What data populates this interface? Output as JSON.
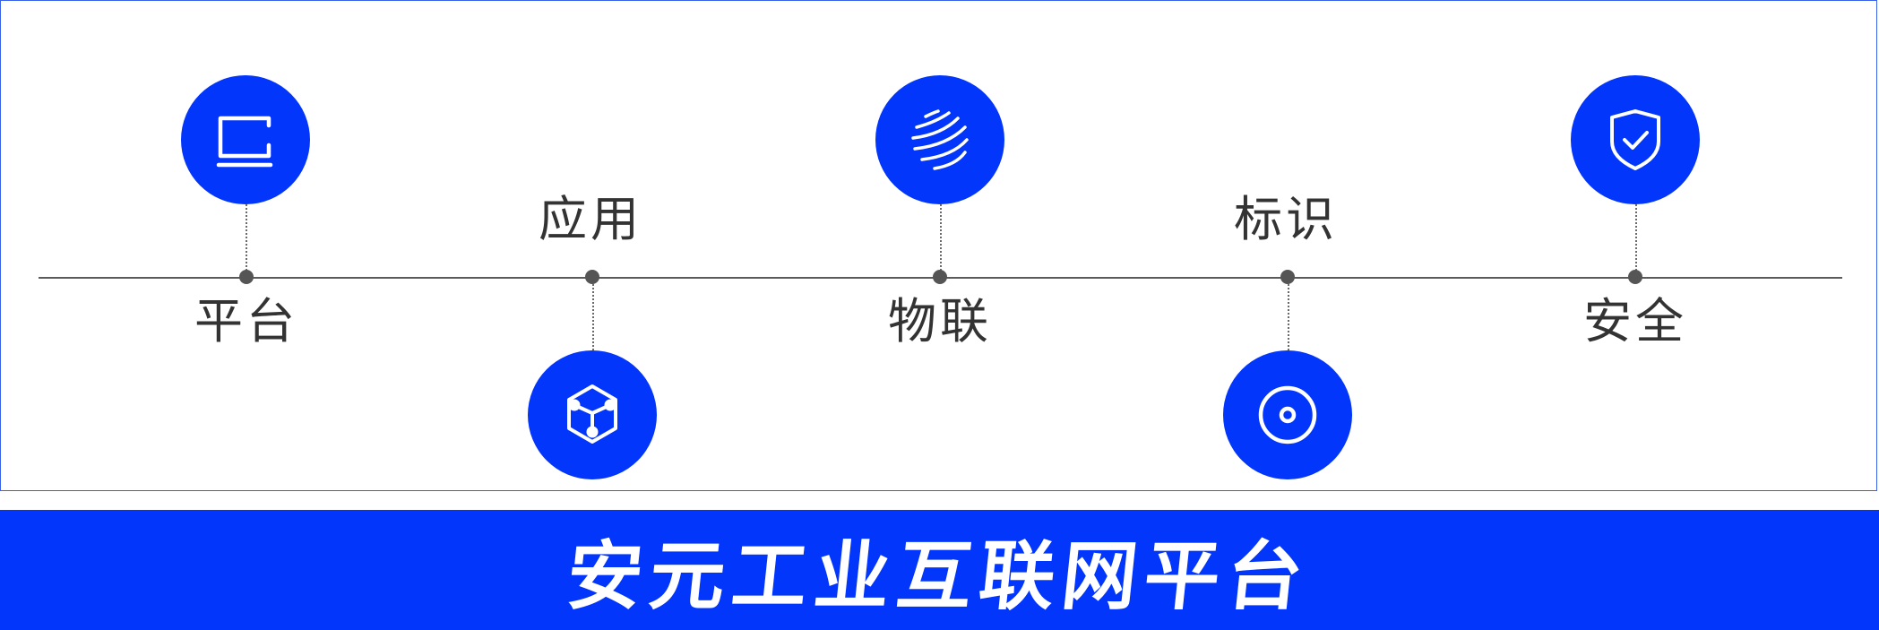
{
  "nodes": [
    {
      "label": "平台",
      "icon": "laptop-icon",
      "position": "above"
    },
    {
      "label": "应用",
      "icon": "cube-network-icon",
      "position": "below"
    },
    {
      "label": "物联",
      "icon": "globe-icon",
      "position": "above"
    },
    {
      "label": "标识",
      "icon": "target-icon",
      "position": "below"
    },
    {
      "label": "安全",
      "icon": "shield-check-icon",
      "position": "above"
    }
  ],
  "banner": {
    "title": "安元工业互联网平台"
  },
  "colors": {
    "accent": "#0336fb",
    "line": "#5a5a5a",
    "label": "#333333"
  }
}
